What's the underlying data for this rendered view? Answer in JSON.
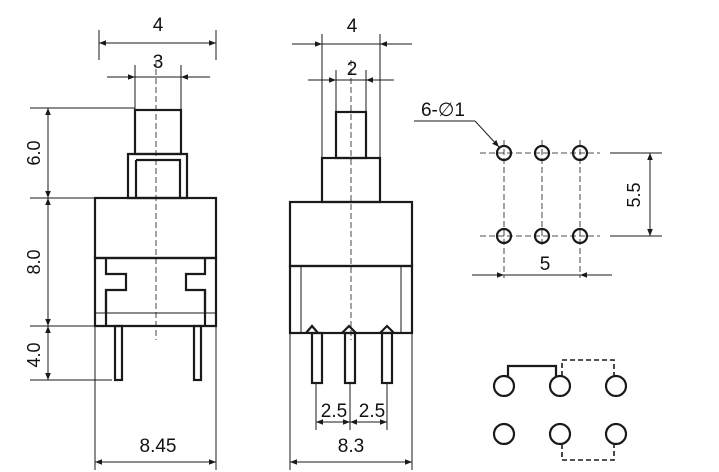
{
  "side_view": {
    "width_top": "4",
    "width_plunger": "3",
    "height_plunger": "6.0",
    "height_body": "8.0",
    "height_pins": "4.0",
    "width_body": "8.45"
  },
  "front_view": {
    "width_top": "4",
    "width_plunger": "2",
    "pin_pitch_left": "2.5",
    "pin_pitch_right": "2.5",
    "width_body": "8.3"
  },
  "pcb_layout": {
    "hole_label": "6-∅1",
    "row_spacing": "5.5",
    "column_span": "5"
  },
  "schematic": {
    "contacts": 6
  }
}
